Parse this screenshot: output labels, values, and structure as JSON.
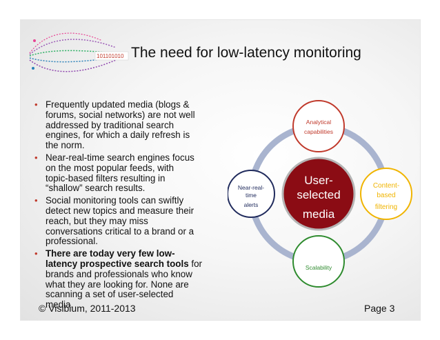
{
  "logo": {
    "binary_text": "101101010"
  },
  "title": "The need for low-latency monitoring",
  "bullets": [
    {
      "lines": [
        "Frequently updated media (blogs &",
        "forums, social networks) are not well",
        "addressed by traditional search",
        "engines, for which a daily refresh is",
        "the norm."
      ]
    },
    {
      "lines": [
        "Near-real-time search engines focus",
        "on the most popular feeds, with",
        "topic-based filters resulting in",
        "“shallow” search results."
      ]
    },
    {
      "lines": [
        "Social monitoring tools can swiftly",
        "detect new topics and measure their",
        "reach, but they may miss",
        "conversations critical to a brand or a",
        "professional."
      ]
    },
    {
      "bold_lines": [
        "There are today very few low-",
        "latency prospective search tools"
      ],
      "tail": " for",
      "lines": [
        "brands and professionals who know",
        "what they are looking for. None are",
        "scanning a set of user-selected",
        "media."
      ]
    }
  ],
  "diagram": {
    "center": {
      "line1": "User-",
      "line2": "selected",
      "line3": "media"
    },
    "top": {
      "line1": "Analytical",
      "line2": "capabilities"
    },
    "left": {
      "line1": "Near-real-",
      "line2": "time",
      "line3": "alerts"
    },
    "right": {
      "line1": "Content-",
      "line2": "based",
      "line3": "filtering"
    },
    "bottom": {
      "line1": "Scalability"
    }
  },
  "colors": {
    "center_fill": "#8b0c14",
    "top_border": "#c0392b",
    "left_border": "#1f2a5c",
    "right_border": "#f0b400",
    "bottom_border": "#2e8b2e",
    "ring": "#a9b4cf",
    "bullet_dot": "#c0392b"
  },
  "footer": {
    "left": "© Visibium, 2011-2013",
    "right": "Page 3"
  }
}
